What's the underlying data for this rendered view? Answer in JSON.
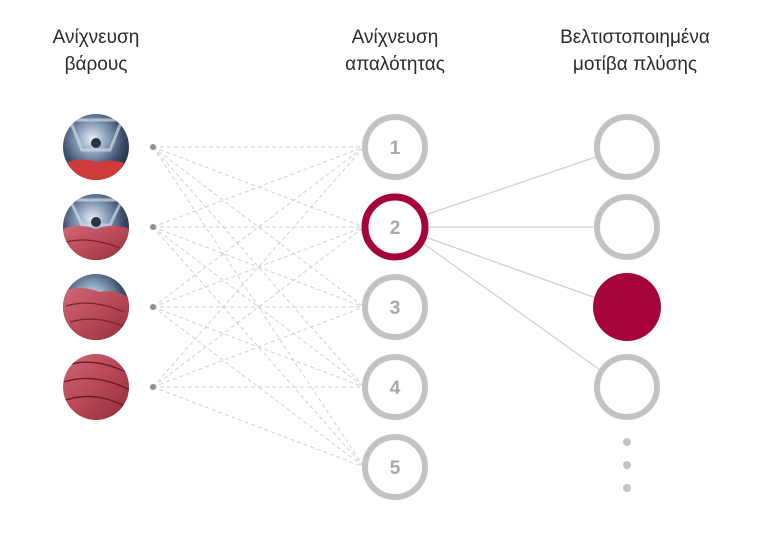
{
  "columns": [
    {
      "id": "weight",
      "heading_line1": "Ανίχνευση",
      "heading_line2": "βάρους"
    },
    {
      "id": "softness",
      "heading_line1": "Ανίχνευση",
      "heading_line2": "απαλότητας"
    },
    {
      "id": "patterns",
      "heading_line1": "Βελτιστοποιημένα",
      "heading_line2": "μοτίβα πλύσης"
    }
  ],
  "load_images": [
    {
      "label": "drum-load-low",
      "fill_level": 0.25
    },
    {
      "label": "drum-load-medium",
      "fill_level": 0.5
    },
    {
      "label": "drum-load-high",
      "fill_level": 0.75
    },
    {
      "label": "drum-load-full",
      "fill_level": 1.0
    }
  ],
  "softness_levels": [
    "1",
    "2",
    "3",
    "4",
    "5"
  ],
  "selected_softness": "2",
  "wash_patterns_count_visible": 4,
  "selected_pattern_index": 2,
  "more_indicator": "⋮",
  "colors": {
    "accent": "#a6033a",
    "circle_gray": "#c3c3c3",
    "number_gray": "#a8a8a8",
    "dashed_line": "#d0d0d0",
    "solid_line": "#cfcfcf",
    "dot": "#8f8f8f",
    "text": "#2b2b2b"
  }
}
